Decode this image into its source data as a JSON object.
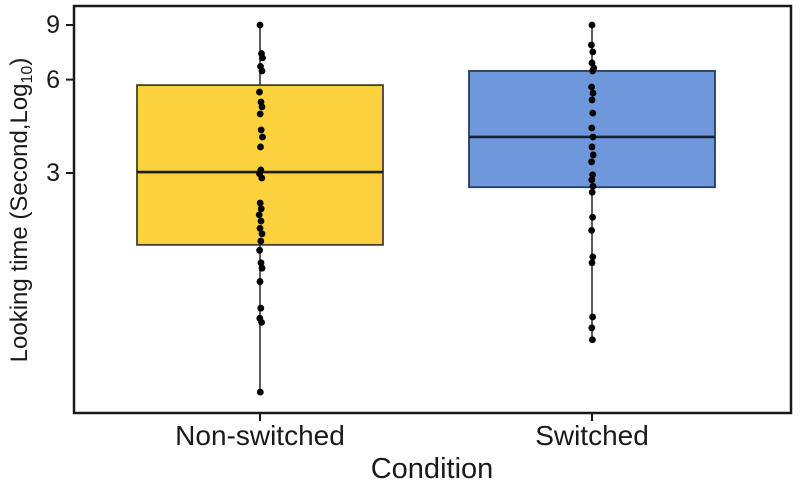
{
  "figure": {
    "background": "#ffffff",
    "frame_color": "#1a1a1a",
    "text_color": "#1a1a1a"
  },
  "chart_data": {
    "type": "boxplot",
    "title": "",
    "xlabel": "Condition",
    "ylabel": "Looking time (Second,Log10)",
    "ylabel_rich": {
      "pre": "Looking time (Second,Log",
      "sub": "10",
      "post": ")"
    },
    "y_scale": "log10",
    "y_unit": "seconds",
    "y_ticks": [
      9,
      6,
      3
    ],
    "ylim": [
      0.5,
      10.5
    ],
    "grid": false,
    "legend": "none",
    "categories": [
      "Non-switched",
      "Switched"
    ],
    "point_color": "#000000",
    "whisker_color": "#333333",
    "boxes": [
      {
        "category": "Non-switched",
        "fill": "#FBD23E",
        "stroke": "#45402a",
        "median_color": "#211d10",
        "whisker_low": 0.59,
        "q1": 1.76,
        "median": 3.02,
        "q3": 5.76,
        "whisker_high": 9.0,
        "points": [
          [
            9.0,
            0
          ],
          [
            7.28,
            1.5
          ],
          [
            7.05,
            2.5
          ],
          [
            6.62,
            0.5
          ],
          [
            6.4,
            2.0
          ],
          [
            5.47,
            -0.5
          ],
          [
            5.08,
            1.0
          ],
          [
            4.9,
            2.0
          ],
          [
            4.65,
            0.2
          ],
          [
            4.13,
            1.2
          ],
          [
            3.92,
            2.5
          ],
          [
            3.64,
            0.5
          ],
          [
            3.07,
            0.8
          ],
          [
            2.98,
            -0.4
          ],
          [
            2.89,
            1.8
          ],
          [
            2.4,
            0.2
          ],
          [
            2.3,
            1.2
          ],
          [
            2.2,
            -0.8
          ],
          [
            2.1,
            1.0
          ],
          [
            1.99,
            0.0
          ],
          [
            1.91,
            2.0
          ],
          [
            1.81,
            0.8
          ],
          [
            1.69,
            -0.4
          ],
          [
            1.54,
            1.0
          ],
          [
            1.48,
            2.0
          ],
          [
            1.34,
            0.0
          ],
          [
            1.1,
            0.8
          ],
          [
            1.02,
            -0.2
          ],
          [
            0.99,
            1.6
          ],
          [
            0.59,
            0.3
          ]
        ]
      },
      {
        "category": "Switched",
        "fill": "#6E97DC",
        "stroke": "#24405f",
        "median_color": "#132238",
        "whisker_low": 0.87,
        "q1": 2.7,
        "median": 3.92,
        "q3": 6.4,
        "whisker_high": 9.0,
        "points": [
          [
            9.0,
            0
          ],
          [
            7.76,
            -0.6
          ],
          [
            7.37,
            0.8
          ],
          [
            6.79,
            0.0
          ],
          [
            6.54,
            1.8
          ],
          [
            6.4,
            0.6
          ],
          [
            5.68,
            -0.4
          ],
          [
            5.43,
            1.0
          ],
          [
            5.16,
            0.0
          ],
          [
            4.68,
            0.8
          ],
          [
            4.19,
            -0.2
          ],
          [
            3.92,
            1.0
          ],
          [
            3.64,
            0.0
          ],
          [
            3.43,
            1.2
          ],
          [
            3.26,
            -0.4
          ],
          [
            2.96,
            0.6
          ],
          [
            2.85,
            -0.2
          ],
          [
            2.72,
            1.0
          ],
          [
            2.6,
            0.2
          ],
          [
            2.16,
            0.6
          ],
          [
            1.96,
            -0.4
          ],
          [
            1.61,
            0.8
          ],
          [
            1.54,
            0.0
          ],
          [
            1.03,
            0.6
          ],
          [
            0.95,
            -0.2
          ],
          [
            0.87,
            0.4
          ]
        ]
      }
    ]
  }
}
